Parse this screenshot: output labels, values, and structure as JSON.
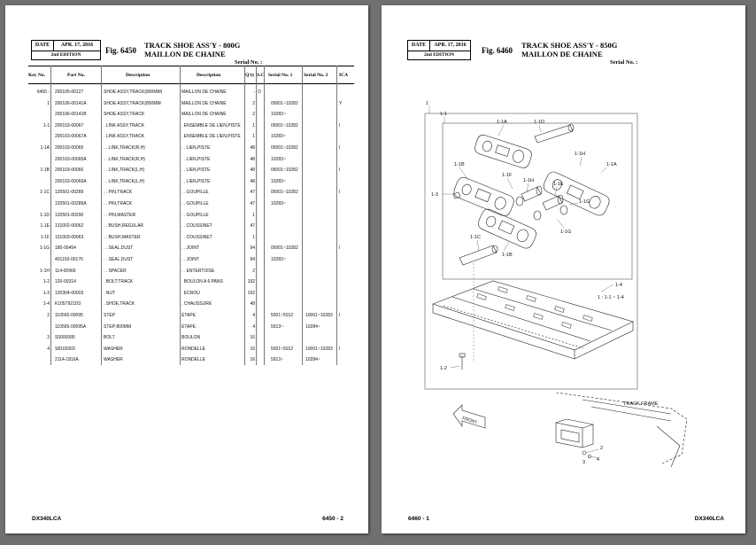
{
  "left": {
    "header": {
      "date_label": "DATE",
      "date": "APR. 17, 2016",
      "edition": "2nd EDITION"
    },
    "fig": "Fig. 6450",
    "title": {
      "line1": "TRACK SHOE ASS'Y - 800G",
      "line2": "MAILLON DE CHAINE"
    },
    "serial_label": "Serial No. :",
    "columns": {
      "key": "Key No.",
      "part": "Part No.",
      "desc1": "Description",
      "desc2": "Description",
      "qty": "Q'ty",
      "sc": "S.C",
      "serial1": "Serial No. 1",
      "serial2": "Serial No. 2",
      "ica": "ICA"
    },
    "rows": [
      {
        "key": "6450 -",
        "part": "200105-00127",
        "d1": "SHOE ASSY,TRACK(800MM)",
        "d2": "MAILLON DE CHAINE",
        "qty": "-",
        "sc": "D",
        "s1": "",
        "s2": "",
        "ica": ""
      },
      {
        "key": "1",
        "part": "200106-00141A",
        "d1": "SHOE ASSY,TRACK(800MM",
        "d2": "MAILLON DE CHAINE",
        "qty": "2",
        "sc": "",
        "s1": "05001~10282",
        "s2": "",
        "ica": "Y"
      },
      {
        "key": "",
        "part": "200106-00141B",
        "d1": "SHOE ASSY,TRACK",
        "d2": "MAILLON DE CHAINE",
        "qty": "2",
        "sc": "",
        "s1": "10283~",
        "s2": "",
        "ica": ""
      },
      {
        "key": "1-1",
        "part": "200103-00067",
        "d1": ". LINK ASSY,TRACK",
        "d2": ". ENSEMBLE DE LIEN,PISTE",
        "qty": "1",
        "sc": "",
        "s1": "05001~10282",
        "s2": "",
        "ica": "I"
      },
      {
        "key": "",
        "part": "200103-00067A",
        "d1": ". LINK ASSY,TRACK",
        "d2": ". ENSEMBLE DE LIEN,PISTE",
        "qty": "1",
        "sc": "",
        "s1": "10283~",
        "s2": "",
        "ica": ""
      },
      {
        "key": "1-1A",
        "part": "200103-00065",
        "d1": ". . LINK,TRACK(R,H)",
        "d2": ". . LIEN,PISTE",
        "qty": "48",
        "sc": "",
        "s1": "05001~10282",
        "s2": "",
        "ica": "I"
      },
      {
        "key": "",
        "part": "200103-00065A",
        "d1": ". . LINK,TRACK(R,H)",
        "d2": ". . LIEN,PISTE",
        "qty": "48",
        "sc": "",
        "s1": "10283~",
        "s2": "",
        "ica": ""
      },
      {
        "key": "1-1B",
        "part": "200103-00066",
        "d1": ". . LINK,TRACK(L,H)",
        "d2": ". . LIEN,PISTE",
        "qty": "48",
        "sc": "",
        "s1": "05001~10282",
        "s2": "",
        "ica": "I"
      },
      {
        "key": "",
        "part": "200103-00066A",
        "d1": ". . LINK,TRACK(L,H)",
        "d2": ". . LIEN,PISTE",
        "qty": "48",
        "sc": "",
        "s1": "10283~",
        "s2": "",
        "ica": ""
      },
      {
        "key": "1-1C",
        "part": "120501-00289",
        "d1": ". . PIN,TRACK",
        "d2": ". . GOUPILLE",
        "qty": "47",
        "sc": "",
        "s1": "05001~10282",
        "s2": "",
        "ica": "I"
      },
      {
        "key": "",
        "part": "120501-00289A",
        "d1": ". . PIN,TRACK",
        "d2": ". . GOUPILLE",
        "qty": "47",
        "sc": "",
        "s1": "10283~",
        "s2": "",
        "ica": ""
      },
      {
        "key": "1-1D",
        "part": "120501-00290",
        "d1": ". . PIN,MASTER",
        "d2": ". . GOUPILLE",
        "qty": "1",
        "sc": "",
        "s1": "",
        "s2": "",
        "ica": ""
      },
      {
        "key": "1-1E",
        "part": "131002-00062",
        "d1": ". . BUSH,REGULAR",
        "d2": ". . COUSSINET",
        "qty": "47",
        "sc": "",
        "s1": "",
        "s2": "",
        "ica": ""
      },
      {
        "key": "1-1F",
        "part": "131003-00063",
        "d1": ". . BUSH,MASTER",
        "d2": ". . COUSSINET",
        "qty": "1",
        "sc": "",
        "s1": "",
        "s2": "",
        "ica": ""
      },
      {
        "key": "1-1G",
        "part": "180-00454",
        "d1": ". . SEAL,DUST",
        "d2": ". . JOINT",
        "qty": "94",
        "sc": "",
        "s1": "05001~10282",
        "s2": "",
        "ica": "I"
      },
      {
        "key": "",
        "part": "401103-00176",
        "d1": ". . SEAL,DUST",
        "d2": ". . JOINT",
        "qty": "94",
        "sc": "",
        "s1": "10283~",
        "s2": "",
        "ica": ""
      },
      {
        "key": "1-1H",
        "part": "114-00966",
        "d1": ". . SPACER",
        "d2": ". . ENTERTOISE",
        "qty": "2",
        "sc": "",
        "s1": "",
        "s2": "",
        "ica": ""
      },
      {
        "key": "1-2",
        "part": "120-00314",
        "d1": ". BOLT;TRACK",
        "d2": ". BOULON A 6 PANS",
        "qty": "192",
        "sc": "",
        "s1": "",
        "s2": "",
        "ica": ""
      },
      {
        "key": "1-3",
        "part": "120304-00003",
        "d1": ". NUT",
        "d2": ". ECROU",
        "qty": "192",
        "sc": "",
        "s1": "",
        "s2": "",
        "ica": ""
      },
      {
        "key": "1-4",
        "part": "K1057921D3",
        "d1": ". SHOE,TRACK",
        "d2": ". CHAUSSURE",
        "qty": "48",
        "sc": "",
        "s1": "",
        "s2": "",
        "ica": ""
      },
      {
        "key": "2",
        "part": "110565-00095",
        "d1": "STEP",
        "d2": "ÉTAPE",
        "qty": "4",
        "sc": "",
        "s1": "5001~5912",
        "s2": "10001~10283",
        "ica": "I"
      },
      {
        "key": "",
        "part": "110565-00095A",
        "d1": "STEP;800MM",
        "d2": "ÉTAPE",
        "qty": "4",
        "sc": "",
        "s1": "5913~",
        "s2": "10284~",
        "ica": ""
      },
      {
        "key": "3",
        "part": "S5000095",
        "d1": "BOLT",
        "d2": "BOULON",
        "qty": "16",
        "sc": "",
        "s1": "",
        "s2": "",
        "ica": ""
      },
      {
        "key": "4",
        "part": "S8102003",
        "d1": "WASHER",
        "d2": "RONDELLE",
        "qty": "16",
        "sc": "",
        "s1": "5001~5912",
        "s2": "10001~10283",
        "ica": "I"
      },
      {
        "key": "",
        "part": "2114-1816A",
        "d1": "WASHER",
        "d2": "RONDELLE",
        "qty": "16",
        "sc": "",
        "s1": "5913~",
        "s2": "10284~",
        "ica": ""
      }
    ],
    "footer": {
      "model": "DX340LCA",
      "page": "6450 - 2"
    }
  },
  "right": {
    "header": {
      "date_label": "DATE",
      "date": "APR. 17, 2016",
      "edition": "2nd EDITION"
    },
    "fig": "Fig. 6460",
    "title": {
      "line1": "TRACK SHOE ASS'Y - 850G",
      "line2": "MAILLON DE CHAINE"
    },
    "serial_label": "Serial No. :",
    "diagram": {
      "labels": {
        "l1": "1",
        "l11": "1-1",
        "l1a": "1-1A",
        "l1a2": "1-1A",
        "l1b": "1-1B",
        "l1b2": "1-1B",
        "l1c": "1-1C",
        "l1d": "1-1D",
        "l1e": "1-1E",
        "l1f": "1-1F",
        "l1g": "1-1G",
        "l1g2": "1-1G",
        "l1h": "1-1H",
        "l1h2": "1-1H",
        "l13": "1-3",
        "l14": "1-4",
        "l12": "1-2",
        "ratio": "1 : 1-1 ~ 1-4"
      }
    },
    "frame": {
      "front": "FRONT",
      "track_frame": "TRACK FRAME",
      "l2": "2",
      "l3": "3",
      "l4": "4"
    },
    "footer": {
      "page": "6460 - 1",
      "model": "DX340LCA"
    }
  },
  "colors": {
    "background": "#707070",
    "page": "#ffffff",
    "ink": "#000000"
  }
}
